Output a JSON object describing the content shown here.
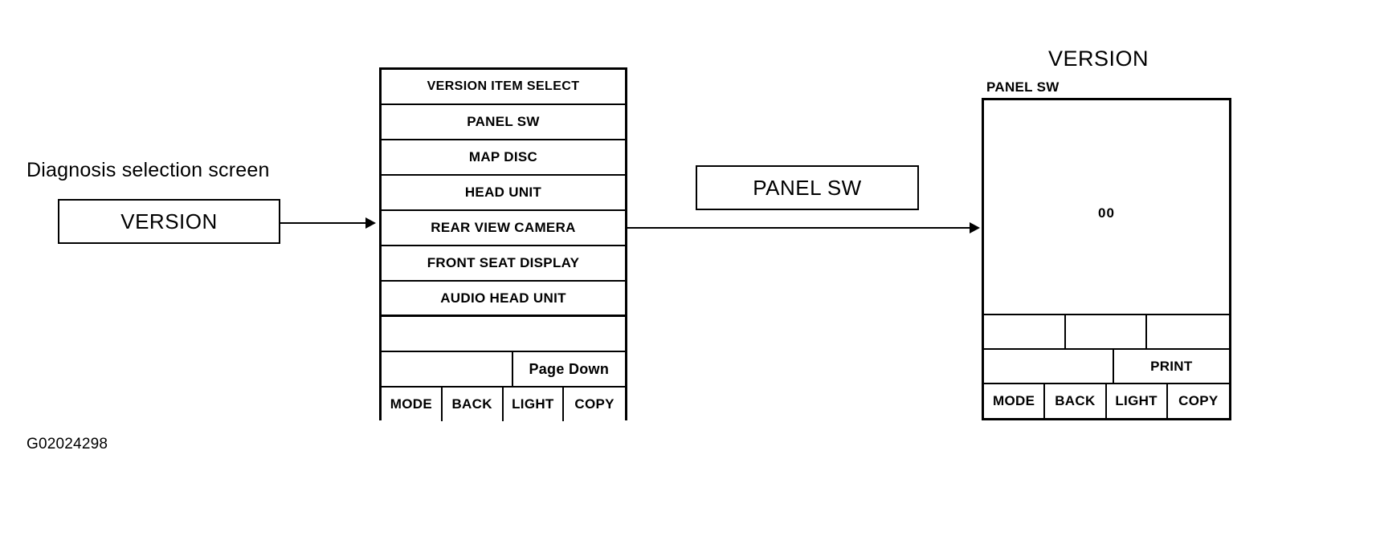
{
  "figure": {
    "id_label": "G02024298"
  },
  "flow": {
    "start_caption": "Diagnosis selection screen",
    "start_box_label": "VERSION",
    "selection_box_label": "PANEL SW"
  },
  "menu_screen": {
    "title": "VERSION  ITEM SELECT",
    "items": [
      "PANEL SW",
      "MAP DISC",
      "HEAD UNIT",
      "REAR VIEW CAMERA",
      "FRONT SEAT DISPLAY",
      "AUDIO HEAD UNIT"
    ],
    "blank_row": "",
    "pager": {
      "left": "",
      "right": "Page Down"
    },
    "buttons": [
      "MODE",
      "BACK",
      "LIGHT",
      "COPY"
    ]
  },
  "result_screen": {
    "title": "VERSION",
    "subtitle": "PANEL SW",
    "value": "00",
    "soft_row": [
      "",
      "",
      ""
    ],
    "print_row": {
      "left": "",
      "right": "PRINT"
    },
    "buttons": [
      "MODE",
      "BACK",
      "LIGHT",
      "COPY"
    ]
  },
  "colors": {
    "ink": "#000000",
    "paper": "#ffffff"
  }
}
